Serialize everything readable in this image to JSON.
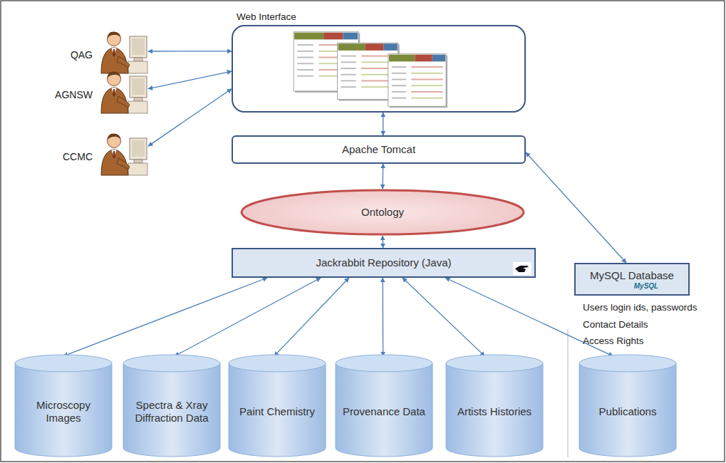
{
  "diagram": {
    "nodes": [
      {
        "text": [
          "Web Interface"
        ]
      },
      {
        "text": [
          "QAG"
        ]
      },
      {
        "text": [
          "AGNSW"
        ]
      },
      {
        "text": [
          "CCMC"
        ]
      },
      {
        "text": [
          "Apache Tomcat"
        ]
      },
      {
        "text": [
          "Ontology"
        ]
      },
      {
        "text": [
          "Jackrabbit Repository (Java)"
        ]
      },
      {
        "text": [
          "MySQL Database",
          "MySQL"
        ]
      },
      {
        "text": [
          "Microscopy Images"
        ]
      },
      {
        "text": [
          "Spectra & Xray Diffraction Data"
        ]
      },
      {
        "text": [
          "Paint Chemistry"
        ]
      },
      {
        "text": [
          "Provenance Data"
        ]
      },
      {
        "text": [
          "Artists Histories"
        ]
      },
      {
        "text": [
          "Publications"
        ]
      }
    ],
    "edges": [
      {
        "from": 1,
        "to": 0,
        "arrow": "both"
      },
      {
        "from": 2,
        "to": 0,
        "arrow": "both"
      },
      {
        "from": 3,
        "to": 0,
        "arrow": "both"
      },
      {
        "from": 0,
        "to": 4,
        "arrow": "both"
      },
      {
        "from": 4,
        "to": 5,
        "arrow": "both"
      },
      {
        "from": 5,
        "to": 6,
        "arrow": "both"
      },
      {
        "from": 4,
        "to": 7,
        "arrow": "both"
      },
      {
        "from": 6,
        "to": 8,
        "arrow": "both"
      },
      {
        "from": 6,
        "to": 9,
        "arrow": "both"
      },
      {
        "from": 6,
        "to": 10,
        "arrow": "both"
      },
      {
        "from": 6,
        "to": 11,
        "arrow": "both"
      },
      {
        "from": 6,
        "to": 12,
        "arrow": "both"
      },
      {
        "from": 6,
        "to": 13,
        "arrow": "both"
      }
    ],
    "labels": [
      "Users login ids, passwords",
      "Contact Details",
      "Access Rights"
    ]
  }
}
